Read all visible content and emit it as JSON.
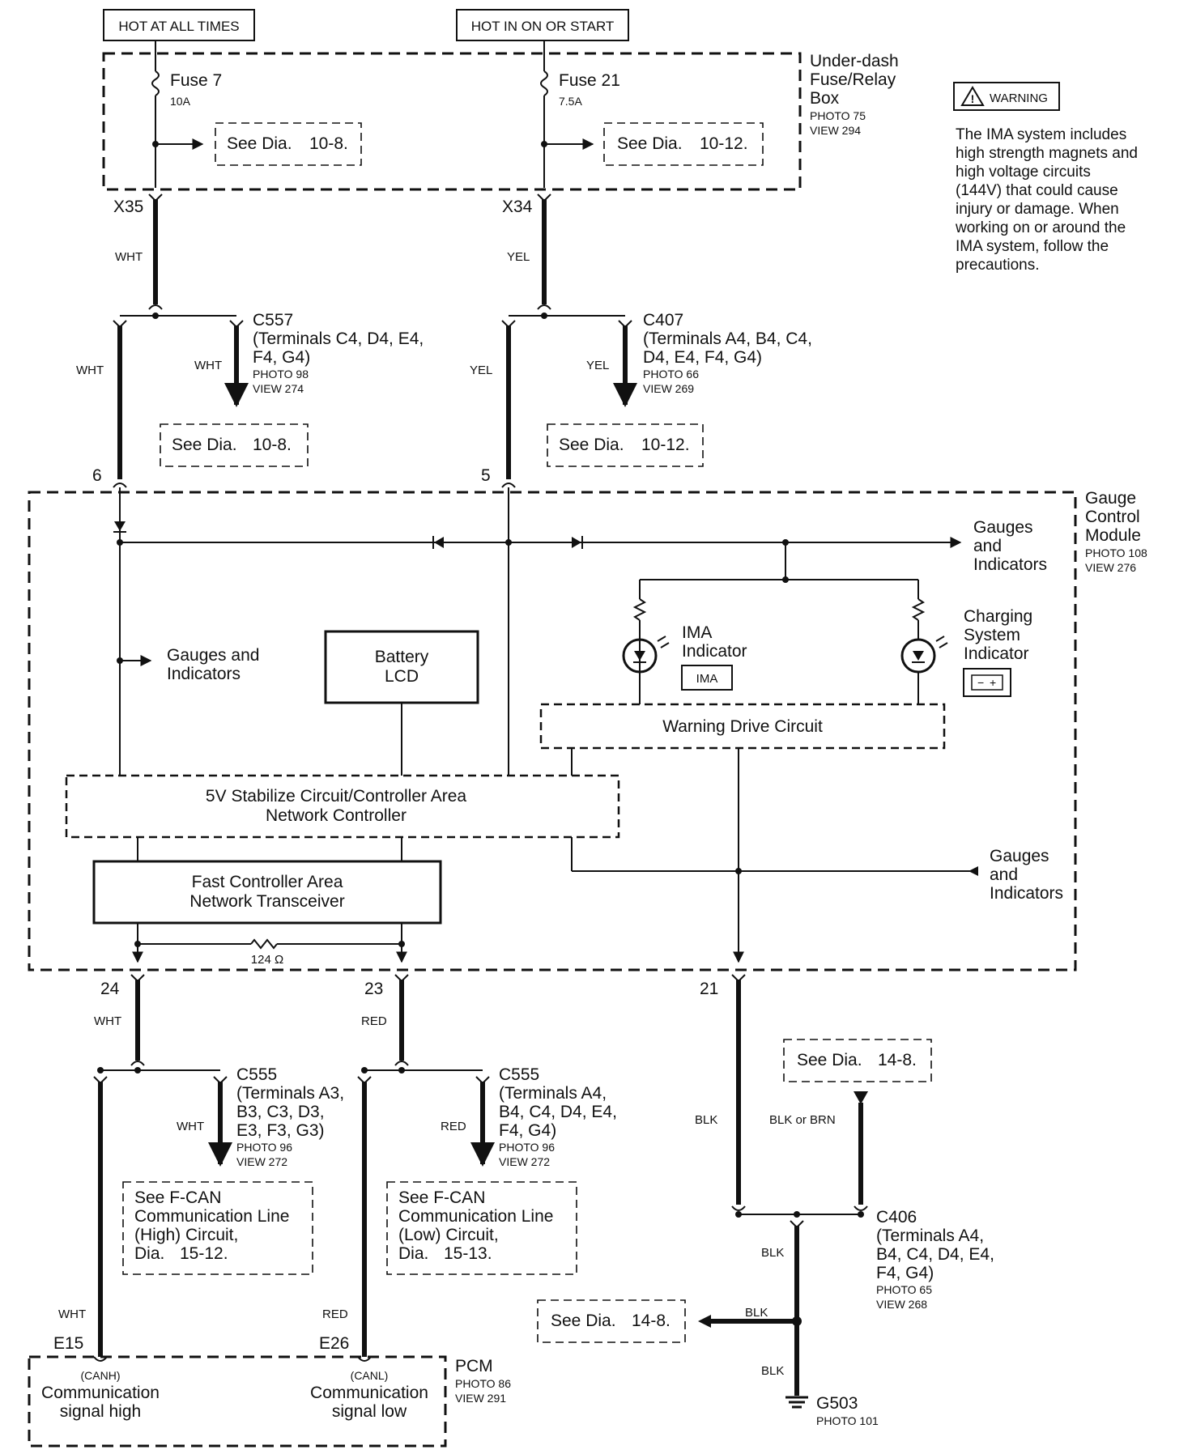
{
  "sources": {
    "hot_at_all_times": "HOT AT ALL TIMES",
    "hot_in_on_or_start": "HOT IN ON OR START"
  },
  "fuse_box": {
    "title_line1": "Under-dash",
    "title_line2": "Fuse/Relay",
    "title_line3": "Box",
    "photo": "PHOTO 75",
    "view": "VIEW 294",
    "fuse7": {
      "name": "Fuse 7",
      "rating": "10A",
      "ref_label": "See Dia.",
      "ref_num": "10-8."
    },
    "fuse21": {
      "name": "Fuse 21",
      "rating": "7.5A",
      "ref_label": "See Dia.",
      "ref_num": "10-12."
    }
  },
  "warning": {
    "badge": "WARNING",
    "lines": [
      "The IMA system includes",
      "high strength magnets and",
      "high voltage circuits",
      "(144V) that could cause",
      "injury or damage. When",
      "working on or around the",
      "IMA system, follow the",
      "precautions."
    ]
  },
  "upper": {
    "x35": "X35",
    "x34": "X34",
    "wht": "WHT",
    "yel": "YEL",
    "c557": {
      "name": "C557",
      "l1": "(Terminals C4, D4, E4,",
      "l2": "F4, G4)",
      "photo": "PHOTO 98",
      "view": "VIEW 274"
    },
    "c407": {
      "name": "C407",
      "l1": "(Terminals A4, B4, C4,",
      "l2": "D4, E4, F4, G4)",
      "photo": "PHOTO 66",
      "view": "VIEW 269"
    },
    "ref_left": {
      "label": "See Dia.",
      "num": "10-8."
    },
    "ref_right": {
      "label": "See Dia.",
      "num": "10-12."
    },
    "pin6": "6",
    "pin5": "5"
  },
  "gcm": {
    "title_line1": "Gauge",
    "title_line2": "Control",
    "title_line3": "Module",
    "photo": "PHOTO 108",
    "view": "VIEW 276",
    "gauges_top": [
      "Gauges",
      "and",
      "Indicators"
    ],
    "gauges_left": [
      "Gauges and",
      "Indicators"
    ],
    "gauges_mid": [
      "Gauges",
      "and",
      "Indicators"
    ],
    "battery_lcd": [
      "Battery",
      "LCD"
    ],
    "ima_indicator": [
      "IMA",
      "Indicator"
    ],
    "ima_badge": "IMA",
    "charging": [
      "Charging",
      "System",
      "Indicator"
    ],
    "warning_drive": "Warning Drive Circuit",
    "stabilize": [
      "5V Stabilize Circuit/Controller Area",
      "Network Controller"
    ],
    "transceiver": [
      "Fast Controller Area",
      "Network Transceiver"
    ],
    "resistor": "124 Ω",
    "pin24": "24",
    "pin23": "23",
    "pin21": "21"
  },
  "lower": {
    "wht": "WHT",
    "red": "RED",
    "blk": "BLK",
    "c555a": {
      "name": "C555",
      "l1": "(Terminals A3,",
      "l2": "B3, C3, D3,",
      "l3": "E3, F3, G3)",
      "photo": "PHOTO 96",
      "view": "VIEW 272"
    },
    "c555b": {
      "name": "C555",
      "l1": "(Terminals A4,",
      "l2": "B4, C4, D4, E4,",
      "l3": "F4, G4)",
      "photo": "PHOTO 96",
      "view": "VIEW 272"
    },
    "fcan_high": [
      "See F-CAN",
      "Communication Line",
      "(High) Circuit,",
      "Dia.",
      "15-12."
    ],
    "fcan_low": [
      "See F-CAN",
      "Communication Line",
      "(Low) Circuit,",
      "Dia.",
      "15-13."
    ],
    "see_14_8_top": {
      "label": "See Dia.",
      "num": "14-8."
    },
    "see_14_8_left": {
      "label": "See Dia.",
      "num": "14-8."
    },
    "blk_or_brn": "BLK or BRN",
    "c406": {
      "name": "C406",
      "l1": "(Terminals A4,",
      "l2": "B4, C4, D4, E4,",
      "l3": "F4, G4)",
      "photo": "PHOTO 65",
      "view": "VIEW 268"
    },
    "g503": "G503",
    "g503_photo": "PHOTO 101",
    "e15": "E15",
    "e26": "E26"
  },
  "pcm": {
    "title": "PCM",
    "photo": "PHOTO 86",
    "view": "VIEW 291",
    "canh": "(CANH)",
    "canh_l1": "Communication",
    "canh_l2": "signal high",
    "canl": "(CANL)",
    "canl_l1": "Communication",
    "canl_l2": "signal low"
  }
}
